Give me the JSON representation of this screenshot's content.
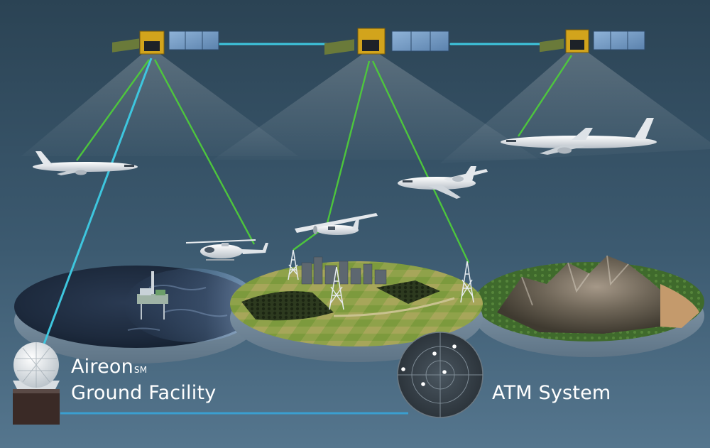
{
  "labels": {
    "ground_facility_name": "Aireon",
    "ground_facility_mark": "SM",
    "ground_facility_suffix": "Ground Facility",
    "atm_system": "ATM System"
  },
  "colors": {
    "background_top": "#2b4354",
    "background_bottom": "#4f7089",
    "satellite_link": "#3ec6de",
    "adsb_link": "#4ecb3a",
    "ground_link": "#3a9fd0"
  },
  "icons": [
    "satellite-icon",
    "airliner-icon",
    "helicopter-icon",
    "business-jet-icon",
    "small-plane-icon",
    "radio-tower-icon",
    "oil-platform-icon",
    "radome-icon",
    "radar-scope-icon"
  ]
}
